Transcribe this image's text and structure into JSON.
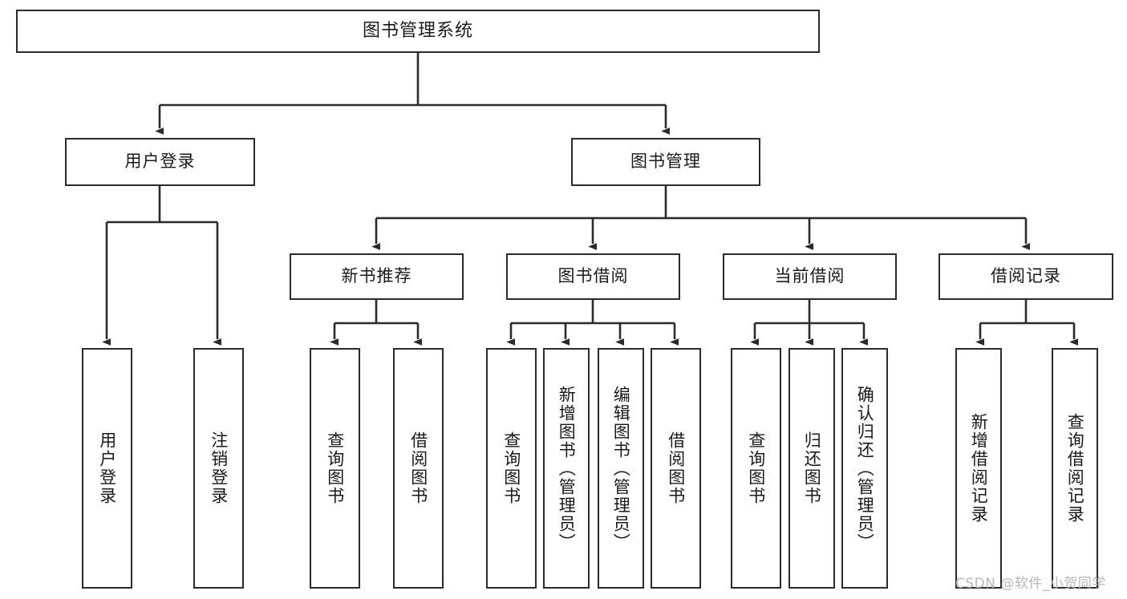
{
  "diagram": {
    "title": "图书管理系统",
    "type": "functional-structure-tree",
    "root": {
      "id": "root",
      "label": "图书管理系统"
    },
    "level2": [
      {
        "id": "user-login",
        "label": "用户登录"
      },
      {
        "id": "book-manage",
        "label": "图书管理"
      }
    ],
    "level3": [
      {
        "id": "new-book-recommend",
        "label": "新书推荐",
        "parent": "book-manage"
      },
      {
        "id": "book-borrow",
        "label": "图书借阅",
        "parent": "book-manage"
      },
      {
        "id": "current-borrow",
        "label": "当前借阅",
        "parent": "book-manage"
      },
      {
        "id": "borrow-record",
        "label": "借阅记录",
        "parent": "book-manage"
      }
    ],
    "leaves": [
      {
        "id": "leaf-user-login",
        "label": "用户登录",
        "parent": "user-login"
      },
      {
        "id": "leaf-user-logout",
        "label": "注销登录",
        "parent": "user-login"
      },
      {
        "id": "leaf-query-book-1",
        "label": "查询图书",
        "parent": "new-book-recommend"
      },
      {
        "id": "leaf-borrow-book-1",
        "label": "借阅图书",
        "parent": "new-book-recommend"
      },
      {
        "id": "leaf-query-book-2",
        "label": "查询图书",
        "parent": "book-borrow"
      },
      {
        "id": "leaf-add-book",
        "label": "新增图书（管理员）",
        "parent": "book-borrow"
      },
      {
        "id": "leaf-edit-book",
        "label": "编辑图书（管理员）",
        "parent": "book-borrow"
      },
      {
        "id": "leaf-borrow-book-2",
        "label": "借阅图书",
        "parent": "book-borrow"
      },
      {
        "id": "leaf-query-book-3",
        "label": "查询图书",
        "parent": "current-borrow"
      },
      {
        "id": "leaf-return-book",
        "label": "归还图书",
        "parent": "current-borrow"
      },
      {
        "id": "leaf-confirm-return",
        "label": "确认归还（管理员）",
        "parent": "current-borrow"
      },
      {
        "id": "leaf-add-record",
        "label": "新增借阅记录",
        "parent": "borrow-record"
      },
      {
        "id": "leaf-query-record",
        "label": "查询借阅记录",
        "parent": "borrow-record"
      }
    ]
  },
  "watermark": {
    "text": "CSDN @软件_小贺同学"
  },
  "colors": {
    "line": "#2b2b2b",
    "box_border": "#2b2b2b",
    "box_fill": "#ffffff",
    "text": "#1a1a1a",
    "watermark": "#b8b8b8",
    "background": "#ffffff"
  }
}
